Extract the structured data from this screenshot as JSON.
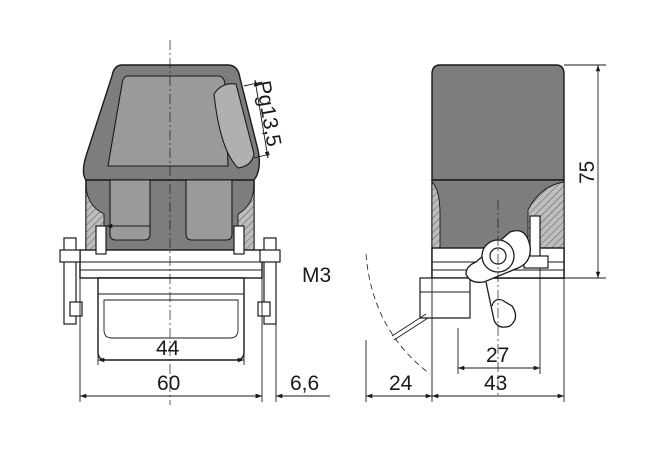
{
  "dimensions": {
    "pg_thread": "Pg13,5",
    "screw": "M3",
    "width_44": "44",
    "width_60": "60",
    "offset_6_6": "6,6",
    "height_75": "75",
    "swing_24": "24",
    "depth_27": "27",
    "depth_43": "43"
  },
  "colors": {
    "housing_fill": "#7d7d7d",
    "section_hatch": "#a8a8a8",
    "line": "#1a1a1a"
  }
}
